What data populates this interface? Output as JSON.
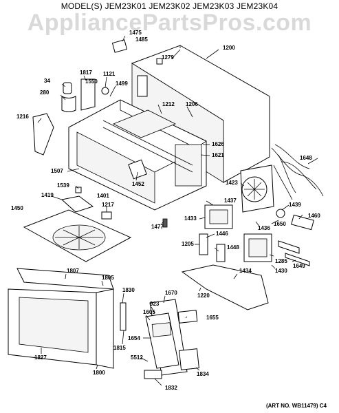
{
  "header": {
    "models": "MODEL(S) JEM23K01  JEM23K02  JEM23K03  JEM23K04"
  },
  "watermark": {
    "text": "AppliancePartsPros.com"
  },
  "footer": {
    "art_no": "(ART NO. WB11479) C4"
  },
  "parts": [
    {
      "id": "p1475",
      "label": "1475"
    },
    {
      "id": "p1485",
      "label": "1485"
    },
    {
      "id": "p1279",
      "label": "1279"
    },
    {
      "id": "p1200",
      "label": "1200"
    },
    {
      "id": "p34",
      "label": "34"
    },
    {
      "id": "p1817",
      "label": "1817"
    },
    {
      "id": "p1121",
      "label": "1121"
    },
    {
      "id": "p1550",
      "label": "1550"
    },
    {
      "id": "p1499",
      "label": "1499"
    },
    {
      "id": "p280",
      "label": "280"
    },
    {
      "id": "p1212",
      "label": "1212"
    },
    {
      "id": "p1206",
      "label": "1206"
    },
    {
      "id": "p1216",
      "label": "1216"
    },
    {
      "id": "p1626",
      "label": "1626"
    },
    {
      "id": "p1621",
      "label": "1621"
    },
    {
      "id": "p1648",
      "label": "1648"
    },
    {
      "id": "p1507",
      "label": "1507"
    },
    {
      "id": "p1452",
      "label": "1452"
    },
    {
      "id": "p1423",
      "label": "1423"
    },
    {
      "id": "p1539",
      "label": "1539"
    },
    {
      "id": "p1419",
      "label": "1419"
    },
    {
      "id": "p1401",
      "label": "1401"
    },
    {
      "id": "p1437",
      "label": "1437"
    },
    {
      "id": "p1439",
      "label": "1439"
    },
    {
      "id": "p1217",
      "label": "1217"
    },
    {
      "id": "p1450",
      "label": "1450"
    },
    {
      "id": "p1460",
      "label": "1460"
    },
    {
      "id": "p1433",
      "label": "1433"
    },
    {
      "id": "p1436",
      "label": "1436"
    },
    {
      "id": "p1650",
      "label": "1650"
    },
    {
      "id": "p1477",
      "label": "1477"
    },
    {
      "id": "p1446",
      "label": "1446"
    },
    {
      "id": "p1205",
      "label": "1205"
    },
    {
      "id": "p1448",
      "label": "1448"
    },
    {
      "id": "p1285",
      "label": "1285"
    },
    {
      "id": "p1649",
      "label": "1649"
    },
    {
      "id": "p1807",
      "label": "1807"
    },
    {
      "id": "p1434",
      "label": "1434"
    },
    {
      "id": "p1430",
      "label": "1430"
    },
    {
      "id": "p1805",
      "label": "1805"
    },
    {
      "id": "p1830",
      "label": "1830"
    },
    {
      "id": "p1670",
      "label": "1670"
    },
    {
      "id": "p1220",
      "label": "1220"
    },
    {
      "id": "p923",
      "label": "923"
    },
    {
      "id": "p1605",
      "label": "1605"
    },
    {
      "id": "p1655",
      "label": "1655"
    },
    {
      "id": "p1654",
      "label": "1654"
    },
    {
      "id": "p1815",
      "label": "1815"
    },
    {
      "id": "p1827",
      "label": "1827"
    },
    {
      "id": "p5512",
      "label": "5512"
    },
    {
      "id": "p1834",
      "label": "1834"
    },
    {
      "id": "p1800",
      "label": "1800"
    },
    {
      "id": "p1832",
      "label": "1832"
    }
  ]
}
